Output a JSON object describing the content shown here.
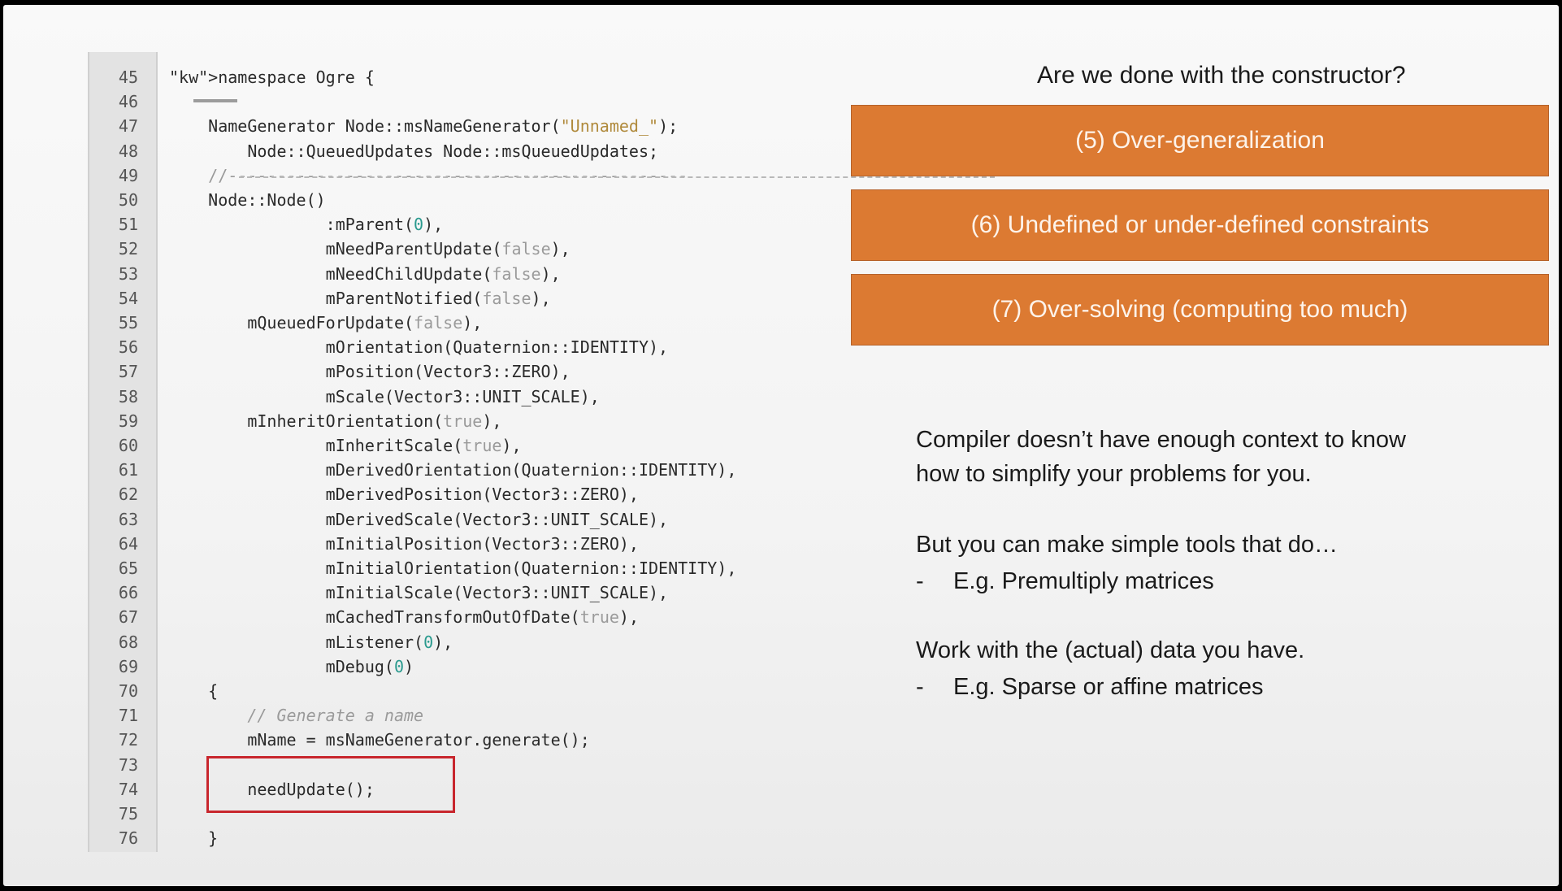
{
  "slide": {
    "question": "Are we done with the constructor?",
    "boxes": [
      "(5) Over-generalization",
      "(6) Undefined or under-defined constraints",
      "(7) Over-solving (computing too much)"
    ],
    "paragraph1_line1": "Compiler doesn’t have enough context to know",
    "paragraph1_line2": "how to simplify your problems for you.",
    "paragraph2": "But you can make simple tools that do…",
    "bullet1_dash": "-",
    "bullet1": "E.g. Premultiply matrices",
    "paragraph3": "Work with the (actual) data you have.",
    "bullet2_dash": "-",
    "bullet2": "E.g. Sparse or affine matrices"
  },
  "code": {
    "lines": [
      {
        "n": "45",
        "t": "namespace Ogre {"
      },
      {
        "n": "46",
        "t": ""
      },
      {
        "n": "47",
        "t": "    NameGenerator Node::msNameGenerator(\"Unnamed_\");"
      },
      {
        "n": "48",
        "t": "        Node::QueuedUpdates Node::msQueuedUpdates;"
      },
      {
        "n": "49",
        "t": "    //-----------------------------------------------"
      },
      {
        "n": "50",
        "t": "    Node::Node()"
      },
      {
        "n": "51",
        "t": "                :mParent(0),"
      },
      {
        "n": "52",
        "t": "                mNeedParentUpdate(false),"
      },
      {
        "n": "53",
        "t": "                mNeedChildUpdate(false),"
      },
      {
        "n": "54",
        "t": "                mParentNotified(false),"
      },
      {
        "n": "55",
        "t": "        mQueuedForUpdate(false),"
      },
      {
        "n": "56",
        "t": "                mOrientation(Quaternion::IDENTITY),"
      },
      {
        "n": "57",
        "t": "                mPosition(Vector3::ZERO),"
      },
      {
        "n": "58",
        "t": "                mScale(Vector3::UNIT_SCALE),"
      },
      {
        "n": "59",
        "t": "        mInheritOrientation(true),"
      },
      {
        "n": "60",
        "t": "                mInheritScale(true),"
      },
      {
        "n": "61",
        "t": "                mDerivedOrientation(Quaternion::IDENTITY),"
      },
      {
        "n": "62",
        "t": "                mDerivedPosition(Vector3::ZERO),"
      },
      {
        "n": "63",
        "t": "                mDerivedScale(Vector3::UNIT_SCALE),"
      },
      {
        "n": "64",
        "t": "                mInitialPosition(Vector3::ZERO),"
      },
      {
        "n": "65",
        "t": "                mInitialOrientation(Quaternion::IDENTITY),"
      },
      {
        "n": "66",
        "t": "                mInitialScale(Vector3::UNIT_SCALE),"
      },
      {
        "n": "67",
        "t": "                mCachedTransformOutOfDate(true),"
      },
      {
        "n": "68",
        "t": "                mListener(0),"
      },
      {
        "n": "69",
        "t": "                mDebug(0)"
      },
      {
        "n": "70",
        "t": "    {"
      },
      {
        "n": "71",
        "t": "        // Generate a name"
      },
      {
        "n": "72",
        "t": "        mName = msNameGenerator.generate();"
      },
      {
        "n": "73",
        "t": ""
      },
      {
        "n": "74",
        "t": "        needUpdate();"
      },
      {
        "n": "75",
        "t": ""
      },
      {
        "n": "76",
        "t": "    }"
      }
    ]
  },
  "colors": {
    "orange_box": "#dc7a32",
    "highlight_border": "#c8262d",
    "keyword": "#2b3f9e",
    "string": "#b08a3c",
    "number": "#2a9a8e",
    "literal": "#9a9a9a"
  }
}
